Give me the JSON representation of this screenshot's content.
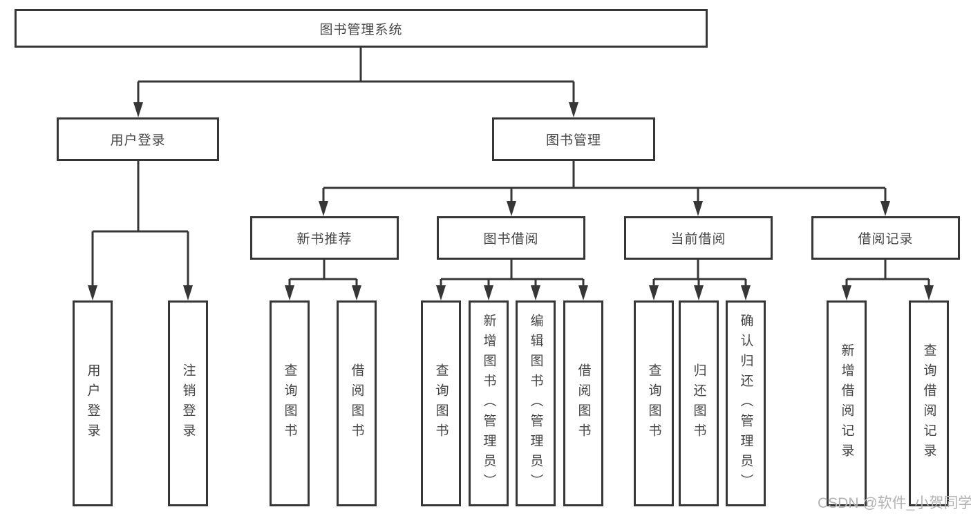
{
  "tree": {
    "root": "图书管理系统",
    "children": [
      {
        "label": "用户登录",
        "children": [
          {
            "label": "用户登录"
          },
          {
            "label": "注销登录"
          }
        ]
      },
      {
        "label": "图书管理",
        "children": [
          {
            "label": "新书推荐",
            "children": [
              {
                "label": "查询图书"
              },
              {
                "label": "借阅图书"
              }
            ]
          },
          {
            "label": "图书借阅",
            "children": [
              {
                "label": "查询图书"
              },
              {
                "label": "新增图书（管理员）"
              },
              {
                "label": "编辑图书（管理员）"
              },
              {
                "label": "借阅图书"
              }
            ]
          },
          {
            "label": "当前借阅",
            "children": [
              {
                "label": "查询图书"
              },
              {
                "label": "归还图书"
              },
              {
                "label": "确认归还（管理员）"
              }
            ]
          },
          {
            "label": "借阅记录",
            "children": [
              {
                "label": "新增借阅记录"
              },
              {
                "label": "查询借阅记录"
              }
            ]
          }
        ]
      }
    ]
  },
  "watermark": "CSDN @软件_小贺同学",
  "colors": {
    "line": "#363636",
    "text": "#464646",
    "watermark": "#b3b3b3"
  }
}
